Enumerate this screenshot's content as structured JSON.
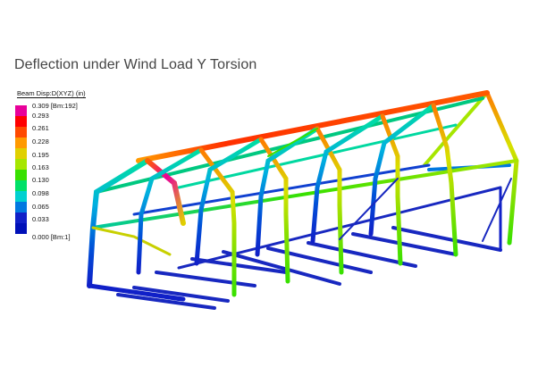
{
  "title": "Deflection under Wind Load Y Torsion",
  "legend": {
    "title": "Beam Disp:D(XYZ)  (in)",
    "labels": [
      "0.309 [Bm:192]",
      "0.293",
      "0.261",
      "0.228",
      "0.195",
      "0.163",
      "0.130",
      "0.098",
      "0.065",
      "0.033",
      "0.000 [Bm:1]"
    ],
    "colors": [
      "#e8009a",
      "#ff0000",
      "#ff4a00",
      "#ff9a00",
      "#e0d000",
      "#a6e600",
      "#38e000",
      "#00e068",
      "#00d0d0",
      "#0078e0",
      "#1020c8",
      "#0010b8"
    ]
  },
  "colors": {
    "background": "#ffffff",
    "title": "#444444"
  }
}
